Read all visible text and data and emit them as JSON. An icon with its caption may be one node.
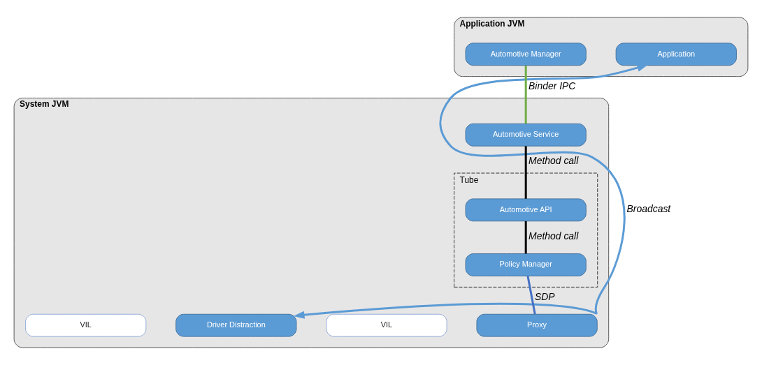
{
  "diagram": {
    "nodes": [
      {
        "text": [
          "Application JVM"
        ]
      },
      {
        "text": [
          "Application"
        ],
        "in": 0
      },
      {
        "text": [
          "Automotive Manager"
        ],
        "in": 0
      },
      {
        "text": [
          "System JVM"
        ]
      },
      {
        "text": [
          "Automotive Service"
        ],
        "in": 3
      },
      {
        "text": [
          "Tube"
        ],
        "in": 3
      },
      {
        "text": [
          "Automotive API"
        ],
        "in": 5
      },
      {
        "text": [
          "Policy Manager"
        ],
        "in": 5
      },
      {
        "text": [
          "Proxy"
        ],
        "in": 3
      },
      {
        "text": [
          "VIL"
        ],
        "in": 3
      },
      {
        "text": [
          "Driver Distraction"
        ],
        "in": 3
      },
      {
        "text": [
          "VIL"
        ],
        "in": 3
      }
    ],
    "edges": [
      {
        "from": 2,
        "to": 4,
        "arrow": "none",
        "label": "Binder IPC",
        "color": "#70ad47"
      },
      {
        "from": 4,
        "to": 6,
        "arrow": "none",
        "label": "Method call"
      },
      {
        "from": 6,
        "to": 7,
        "arrow": "none",
        "label": "Method call"
      },
      {
        "from": 7,
        "to": 8,
        "arrow": "none",
        "label": "SDP",
        "color": "#4472c4"
      },
      {
        "from": 10,
        "to": 1,
        "arrow": "both",
        "label": "Broadcast",
        "color": "#5b9bd5"
      }
    ]
  }
}
